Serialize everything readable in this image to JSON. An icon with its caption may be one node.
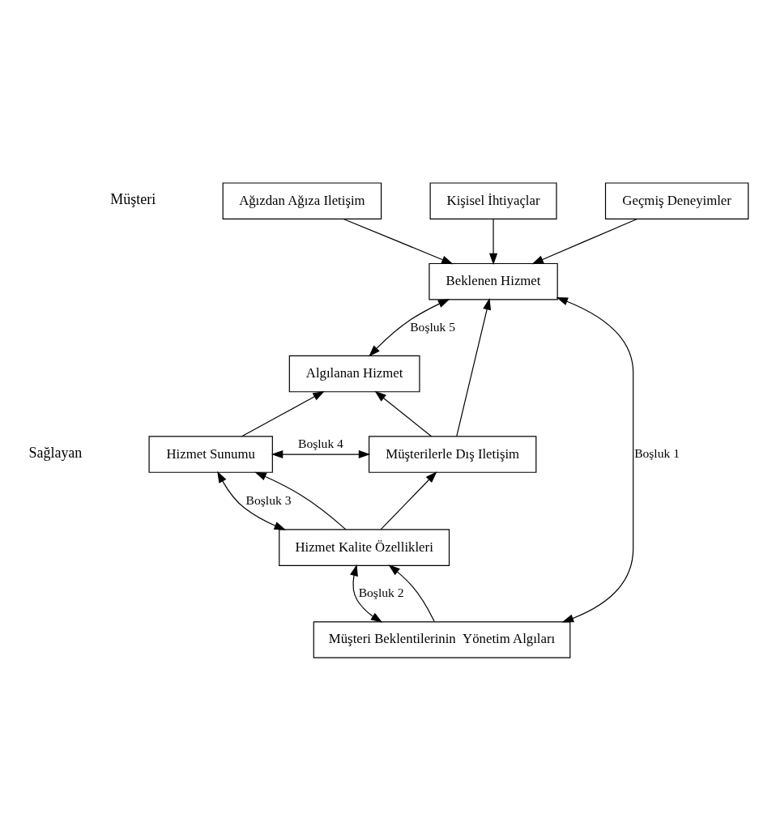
{
  "diagram": {
    "nodes": [
      {
        "text": [
          "Ağızdan Ağıza Iletişim"
        ]
      },
      {
        "text": [
          "Kişisel İhtiyaçlar"
        ]
      },
      {
        "text": [
          "Geçmiş Deneyimler"
        ]
      },
      {
        "text": [
          "Beklenen Hizmet"
        ]
      },
      {
        "text": [
          "Algılanan Hizmet"
        ]
      },
      {
        "text": [
          "Hizmet Sunumu"
        ]
      },
      {
        "text": [
          "Müşterilerle Dış Iletişim"
        ]
      },
      {
        "text": [
          "Hizmet Kalite Özellikleri"
        ]
      },
      {
        "text": [
          "Müşteri Beklentilerinin  Yönetim Algıları"
        ]
      }
    ],
    "edges": [
      {
        "from": 0,
        "to": 3,
        "arrow": "to"
      },
      {
        "from": 1,
        "to": 3,
        "arrow": "to"
      },
      {
        "from": 2,
        "to": 3,
        "arrow": "to"
      },
      {
        "from": 3,
        "to": 4,
        "arrow": "both",
        "label": "Boşluk 5"
      },
      {
        "from": 5,
        "to": 4,
        "arrow": "to"
      },
      {
        "from": 6,
        "to": 3,
        "arrow": "to"
      },
      {
        "from": 6,
        "to": 4,
        "arrow": "to"
      },
      {
        "from": 5,
        "to": 6,
        "arrow": "both",
        "label": "Boşluk 4"
      },
      {
        "from": 5,
        "to": 7,
        "arrow": "both",
        "label": "Boşluk 3"
      },
      {
        "from": 7,
        "to": 5,
        "arrow": "to"
      },
      {
        "from": 7,
        "to": 6,
        "arrow": "to"
      },
      {
        "from": 7,
        "to": 8,
        "arrow": "both",
        "label": "Boşluk 2"
      },
      {
        "from": 8,
        "to": 7,
        "arrow": "to"
      },
      {
        "from": 3,
        "to": 8,
        "arrow": "both",
        "label": "Boşluk 1"
      }
    ],
    "labels": [
      "Müşteri",
      "Sağlayan"
    ]
  }
}
